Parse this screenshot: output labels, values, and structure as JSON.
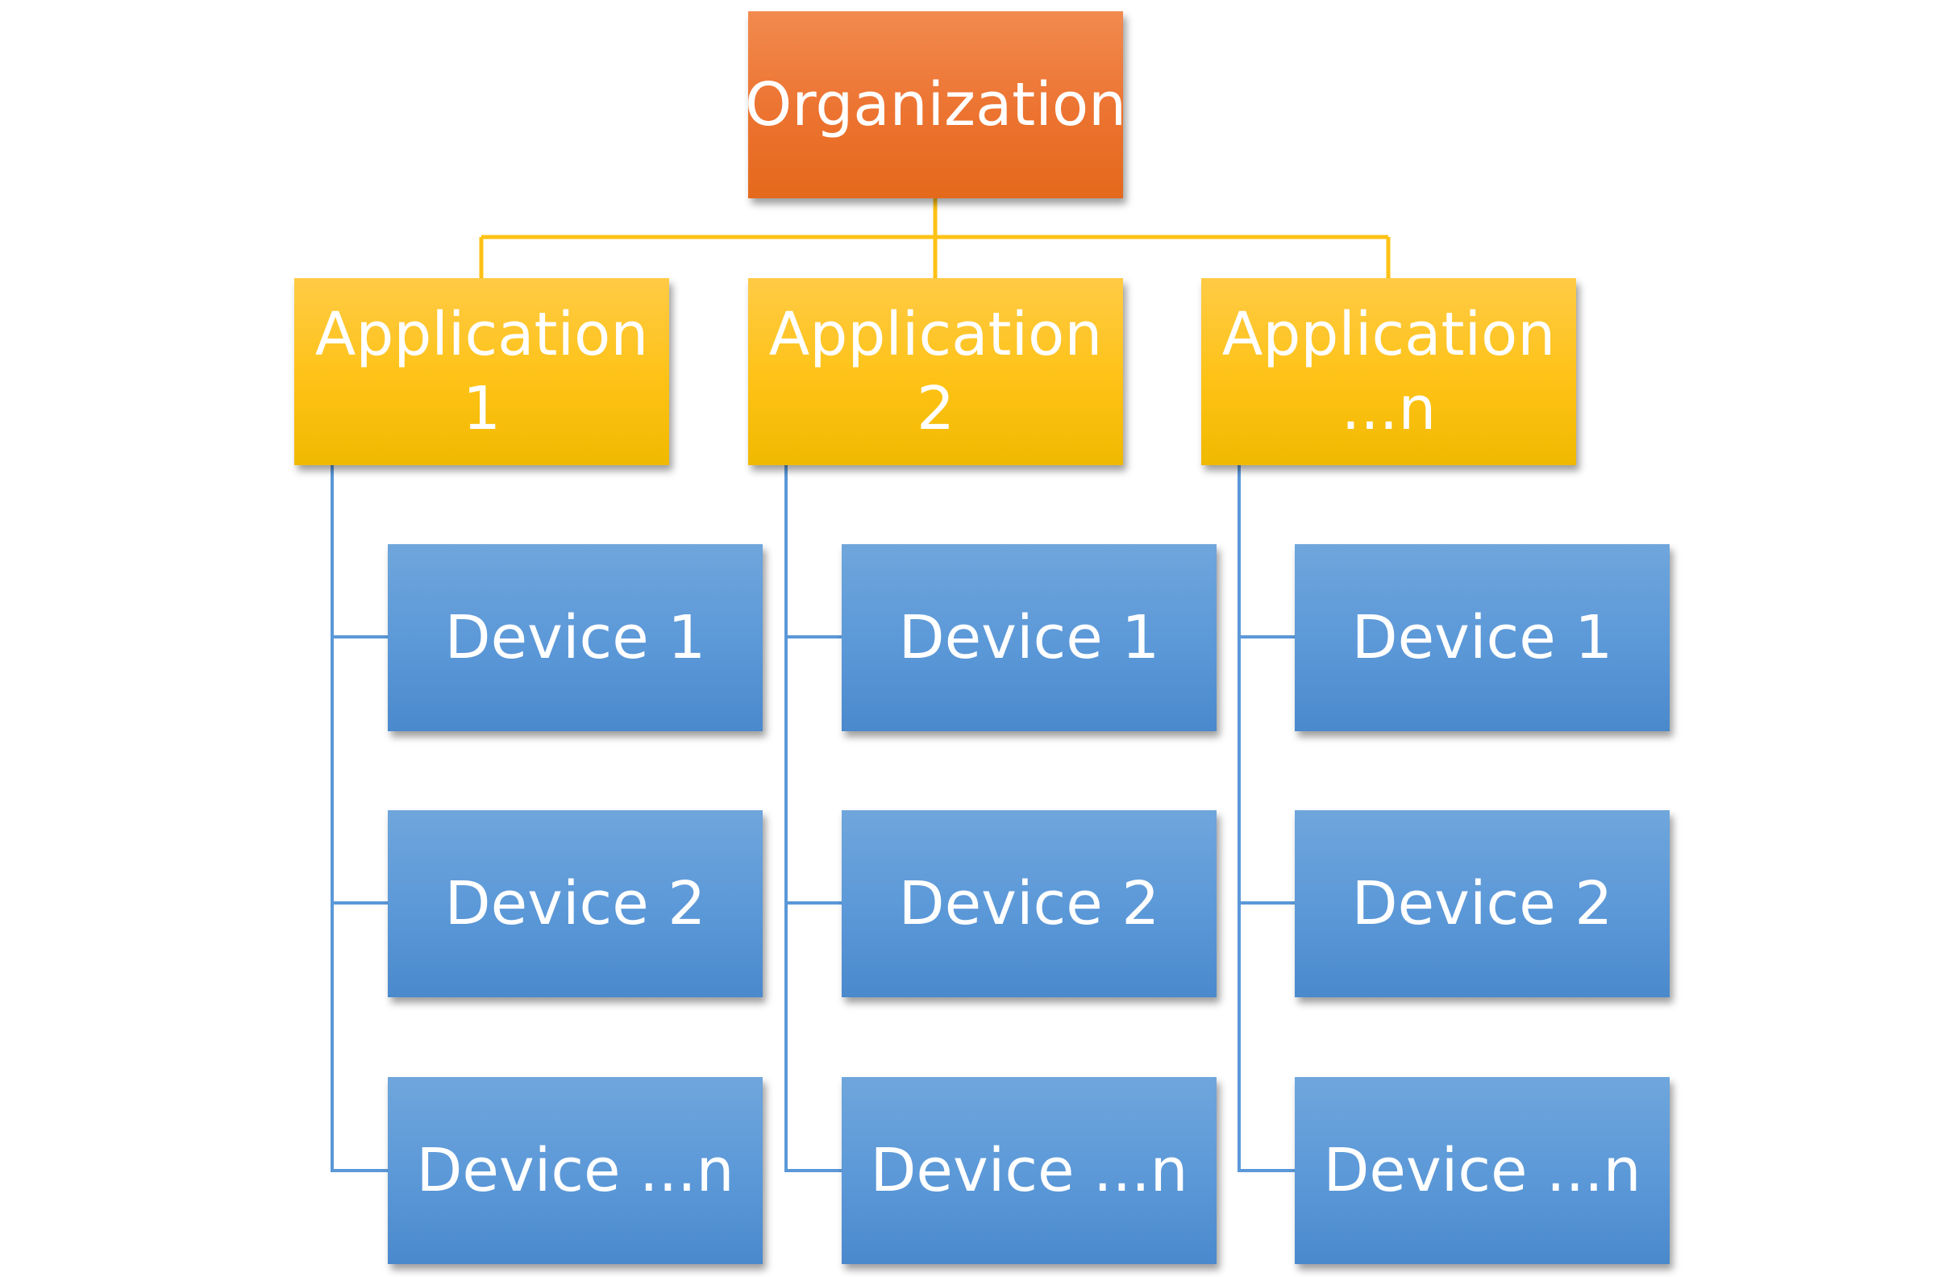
{
  "diagram": {
    "root": {
      "label": "Organization"
    },
    "applications": [
      {
        "label": "Application\n1",
        "devices": [
          {
            "label": "Device 1"
          },
          {
            "label": "Device 2"
          },
          {
            "label": "Device ...n"
          }
        ]
      },
      {
        "label": "Application\n2",
        "devices": [
          {
            "label": "Device 1"
          },
          {
            "label": "Device 2"
          },
          {
            "label": "Device ...n"
          }
        ]
      },
      {
        "label": "Application\n...n",
        "devices": [
          {
            "label": "Device 1"
          },
          {
            "label": "Device 2"
          },
          {
            "label": "Device ...n"
          }
        ]
      }
    ],
    "colors": {
      "organization": "#ec7330",
      "application": "#fec216",
      "device": "#5b98d8",
      "app_connector": "#fec216",
      "device_connector": "#5b98d8"
    }
  }
}
